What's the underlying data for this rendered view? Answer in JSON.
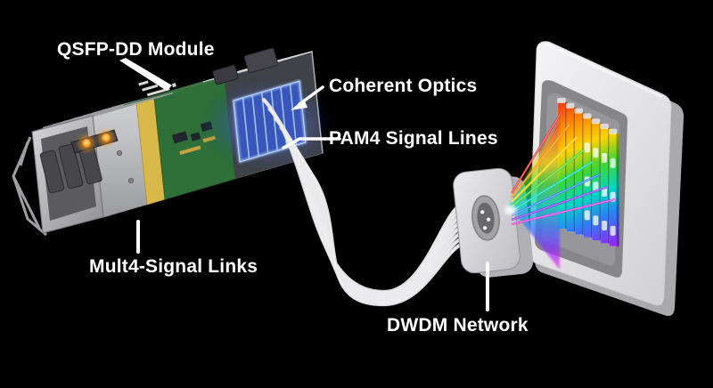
{
  "labels": {
    "module": "QSFP-DD Module",
    "coherent": "Coherent Optics",
    "pam4": "PAM4 Signal Lines",
    "mult4": "Mult4-Signal Links",
    "dwdm": "DWDM Network"
  },
  "colors": {
    "background": "#000000",
    "label_text": "#ffffff",
    "leader_line": "#ffffff",
    "module_silver": "#c6c7cb",
    "pcb_green_top": "#3f8146",
    "pcb_green_side": "#2f7038",
    "pcb_edge_yellow": "#d7b848",
    "optics_glow_blue": "#3b66ff",
    "led_amber": "#ffa322",
    "fiber_white": "#e9e9ec",
    "coupler_grey": "#d6d6da",
    "panel_white": "#ececee",
    "panel_inset_grey": "#85858a",
    "spectrum": [
      "#ff2a1e",
      "#ff8a00",
      "#ffd400",
      "#3fd72e",
      "#00d7c4",
      "#2e7bff",
      "#8a2eff",
      "#f32ee0"
    ]
  }
}
